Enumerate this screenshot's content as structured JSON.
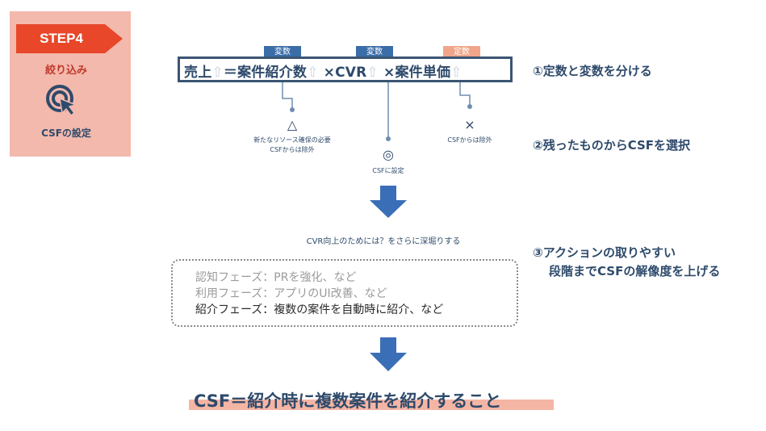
{
  "step": {
    "label": "STEP4",
    "subtitle": "絞り込み",
    "caption": "CSFの設定",
    "icon": "target-cursor-icon",
    "flag_color": "#e8472a",
    "card_color": "#f3b9ad"
  },
  "formula": {
    "sales": "売上",
    "eq": "＝",
    "referrals": "案件紹介数",
    "times1": "×",
    "cvr": "CVR",
    "times2": "×",
    "unit_price": "案件単価",
    "up_arrow": "⇧",
    "tag_variable_1": "変数",
    "tag_variable_2": "変数",
    "tag_constant": "定数",
    "variable_color": "#3b6ea8",
    "constant_color": "#f0a58a"
  },
  "evaluation": {
    "referrals_mark": "△",
    "referrals_note_1": "新たなリソース確保の必要",
    "referrals_note_2": "CSFからは除外",
    "cvr_mark": "◎",
    "cvr_note": "CSFに設定",
    "price_mark": "×",
    "price_note": "CSFからは除外"
  },
  "steps_right": {
    "s1": "①定数と変数を分ける",
    "s2": "②残ったものからCSFを選択",
    "s3_line1": "③アクションの取りやすい",
    "s3_line2": "段階までCSFの解像度を上げる"
  },
  "deep_dive_note": "CVR向上のためには？をさらに深堀りする",
  "phases": [
    {
      "text": "認知フェーズ：PRを強化、など"
    },
    {
      "text": "利用フェーズ：アプリのUI改善、など"
    },
    {
      "text": "紹介フェーズ：複数の案件を自動時に紹介、など"
    }
  ],
  "result": "CSF＝紹介時に複数案件を紹介すること",
  "arrow_color": "#3a6fb8"
}
